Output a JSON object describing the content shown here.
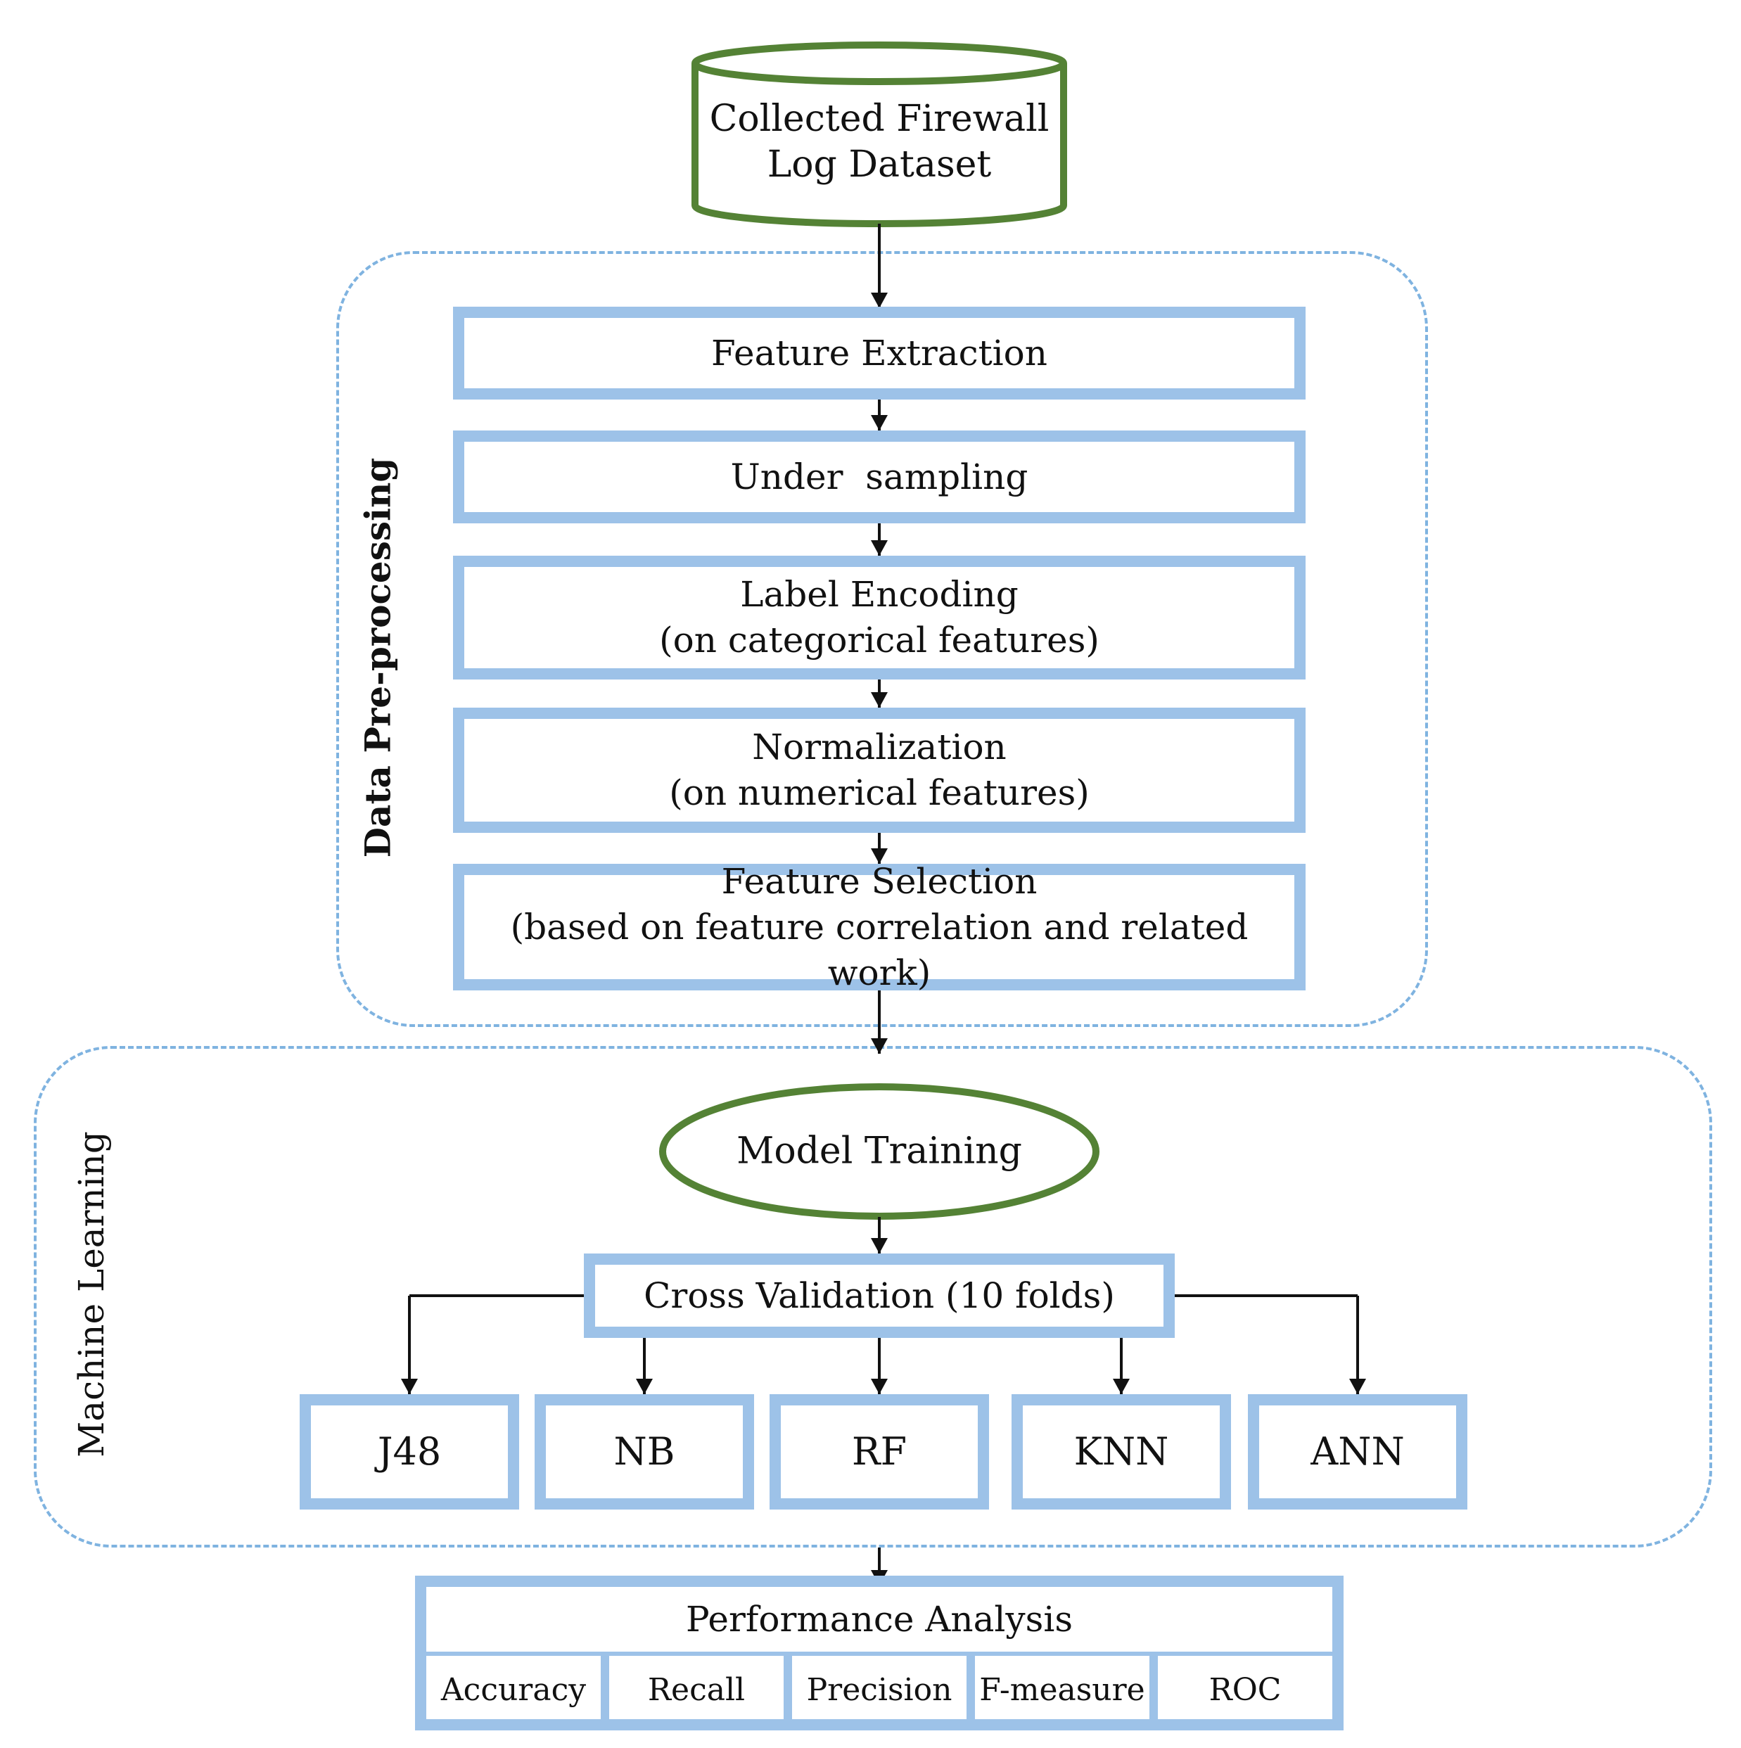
{
  "dataset": {
    "line1": "Collected Firewall",
    "line2": "Log Dataset"
  },
  "preprocessing": {
    "label": "Data Pre-processing",
    "steps": [
      {
        "line1": "Feature Extraction",
        "line2": ""
      },
      {
        "line1": "Under  sampling",
        "line2": ""
      },
      {
        "line1": "Label Encoding",
        "line2": "(on categorical features)"
      },
      {
        "line1": "Normalization",
        "line2": "(on numerical features)"
      },
      {
        "line1": "Feature Selection",
        "line2": "(based on feature correlation and related work)"
      }
    ]
  },
  "machine_learning": {
    "label": "Machine Learning",
    "training": "Model Training",
    "cross_validation": "Cross Validation (10 folds)",
    "algorithms": [
      "J48",
      "NB",
      "RF",
      "KNN",
      "ANN"
    ]
  },
  "performance": {
    "title": "Performance Analysis",
    "metrics": [
      "Accuracy",
      "Recall",
      "Precision",
      "F-measure",
      "ROC"
    ]
  },
  "colors": {
    "box_border": "#9dc2e8",
    "dashed_frame": "#7fb3e0",
    "shape_outline": "#548235",
    "arrow": "#111111"
  }
}
